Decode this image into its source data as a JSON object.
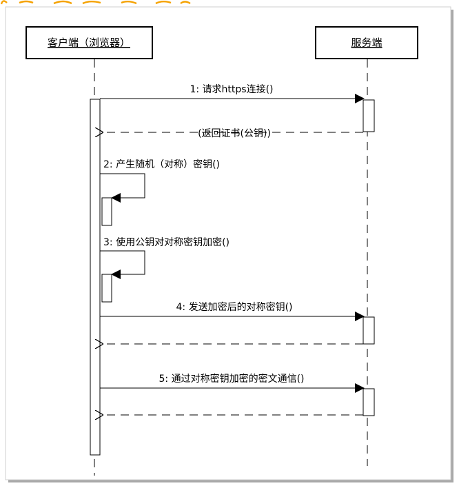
{
  "participants": {
    "client": "客户端（浏览器）",
    "server": "服务端"
  },
  "messages": {
    "m1": "1: 请求https连接()",
    "r1": "(返回证书(公钥))",
    "m2": "2: 产生随机（对称）密钥()",
    "m3": "3: 使用公钥对对称密钥加密()",
    "m4": "4: 发送加密后的对称密钥()",
    "m5": "5: 通过对称密钥加密的密文通信()"
  },
  "colors": {
    "line": "#000000",
    "title_accent": "#f5a200",
    "background": "#ffffff",
    "frame_shadow": "#a8a8a8"
  }
}
